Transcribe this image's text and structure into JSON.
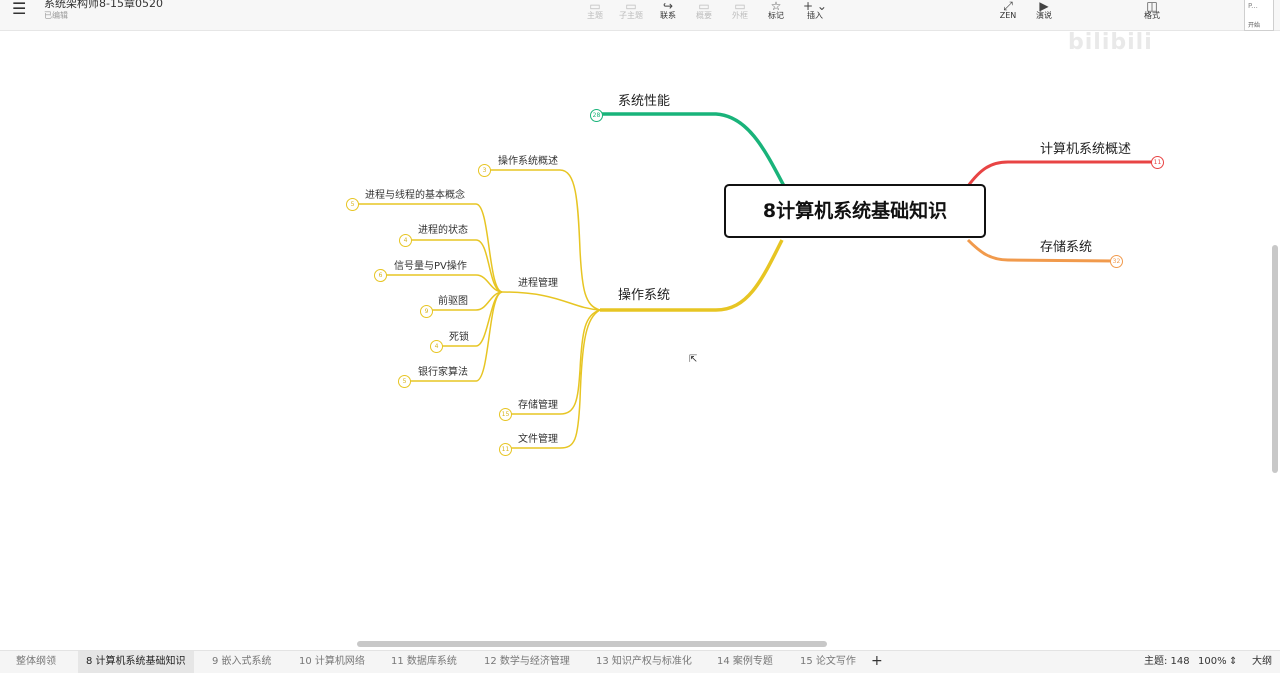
{
  "app": {
    "title": "系统架构师8-15章0520",
    "status": "已编辑",
    "menu_icon": "☰"
  },
  "toolbar": [
    {
      "label": "主题",
      "icon": "▭",
      "enabled": false
    },
    {
      "label": "子主题",
      "icon": "▭",
      "enabled": false
    },
    {
      "label": "联系",
      "icon": "↪",
      "enabled": true
    },
    {
      "label": "概要",
      "icon": "▭",
      "enabled": false
    },
    {
      "label": "外框",
      "icon": "▭",
      "enabled": false
    },
    {
      "label": "标记",
      "icon": "☆",
      "enabled": true
    },
    {
      "label": "插入",
      "icon": "+ ⌄",
      "enabled": true
    },
    {
      "label": "ZEN",
      "icon": "⤢",
      "enabled": true
    },
    {
      "label": "演说",
      "icon": "▶",
      "enabled": true
    },
    {
      "label": "格式",
      "icon": "◫",
      "enabled": true
    }
  ],
  "start_button": {
    "prefix": "P...",
    "label": "开始"
  },
  "watermark": "bilibili",
  "mindmap": {
    "central": "8计算机系统基础知识",
    "right": [
      {
        "label": "计算机系统概述",
        "count": "11",
        "color": "#e84444"
      },
      {
        "label": "存储系统",
        "count": "32",
        "color": "#f19a4c"
      }
    ],
    "top": {
      "label": "系统性能",
      "count": "28",
      "color": "#19b37a"
    },
    "os": {
      "label": "操作系统",
      "color": "#e7c523",
      "children": [
        {
          "label": "操作系统概述",
          "count": "3"
        },
        {
          "label": "进程管理",
          "children": [
            {
              "label": "进程与线程的基本概念",
              "count": "5"
            },
            {
              "label": "进程的状态",
              "count": "4"
            },
            {
              "label": "信号量与PV操作",
              "count": "6"
            },
            {
              "label": "前驱图",
              "count": "9"
            },
            {
              "label": "死锁",
              "count": "4"
            },
            {
              "label": "银行家算法",
              "count": "5"
            }
          ]
        },
        {
          "label": "存储管理",
          "count": "15"
        },
        {
          "label": "文件管理",
          "count": "11"
        }
      ]
    }
  },
  "tabs": [
    {
      "label": "整体纲领",
      "active": false
    },
    {
      "label": "8 计算机系统基础知识",
      "active": true
    },
    {
      "label": "9 嵌入式系统",
      "active": false
    },
    {
      "label": "10 计算机网络",
      "active": false
    },
    {
      "label": "11 数据库系统",
      "active": false
    },
    {
      "label": "12 数学与经济管理",
      "active": false
    },
    {
      "label": "13 知识产权与标准化",
      "active": false
    },
    {
      "label": "14 案例专题",
      "active": false
    },
    {
      "label": "15 论文写作",
      "active": false
    }
  ],
  "add_sheet": "+",
  "status": {
    "topic_count": "主题: 148",
    "zoom": "100%",
    "zoom_stepper": "⇕",
    "outline": "大纲"
  }
}
